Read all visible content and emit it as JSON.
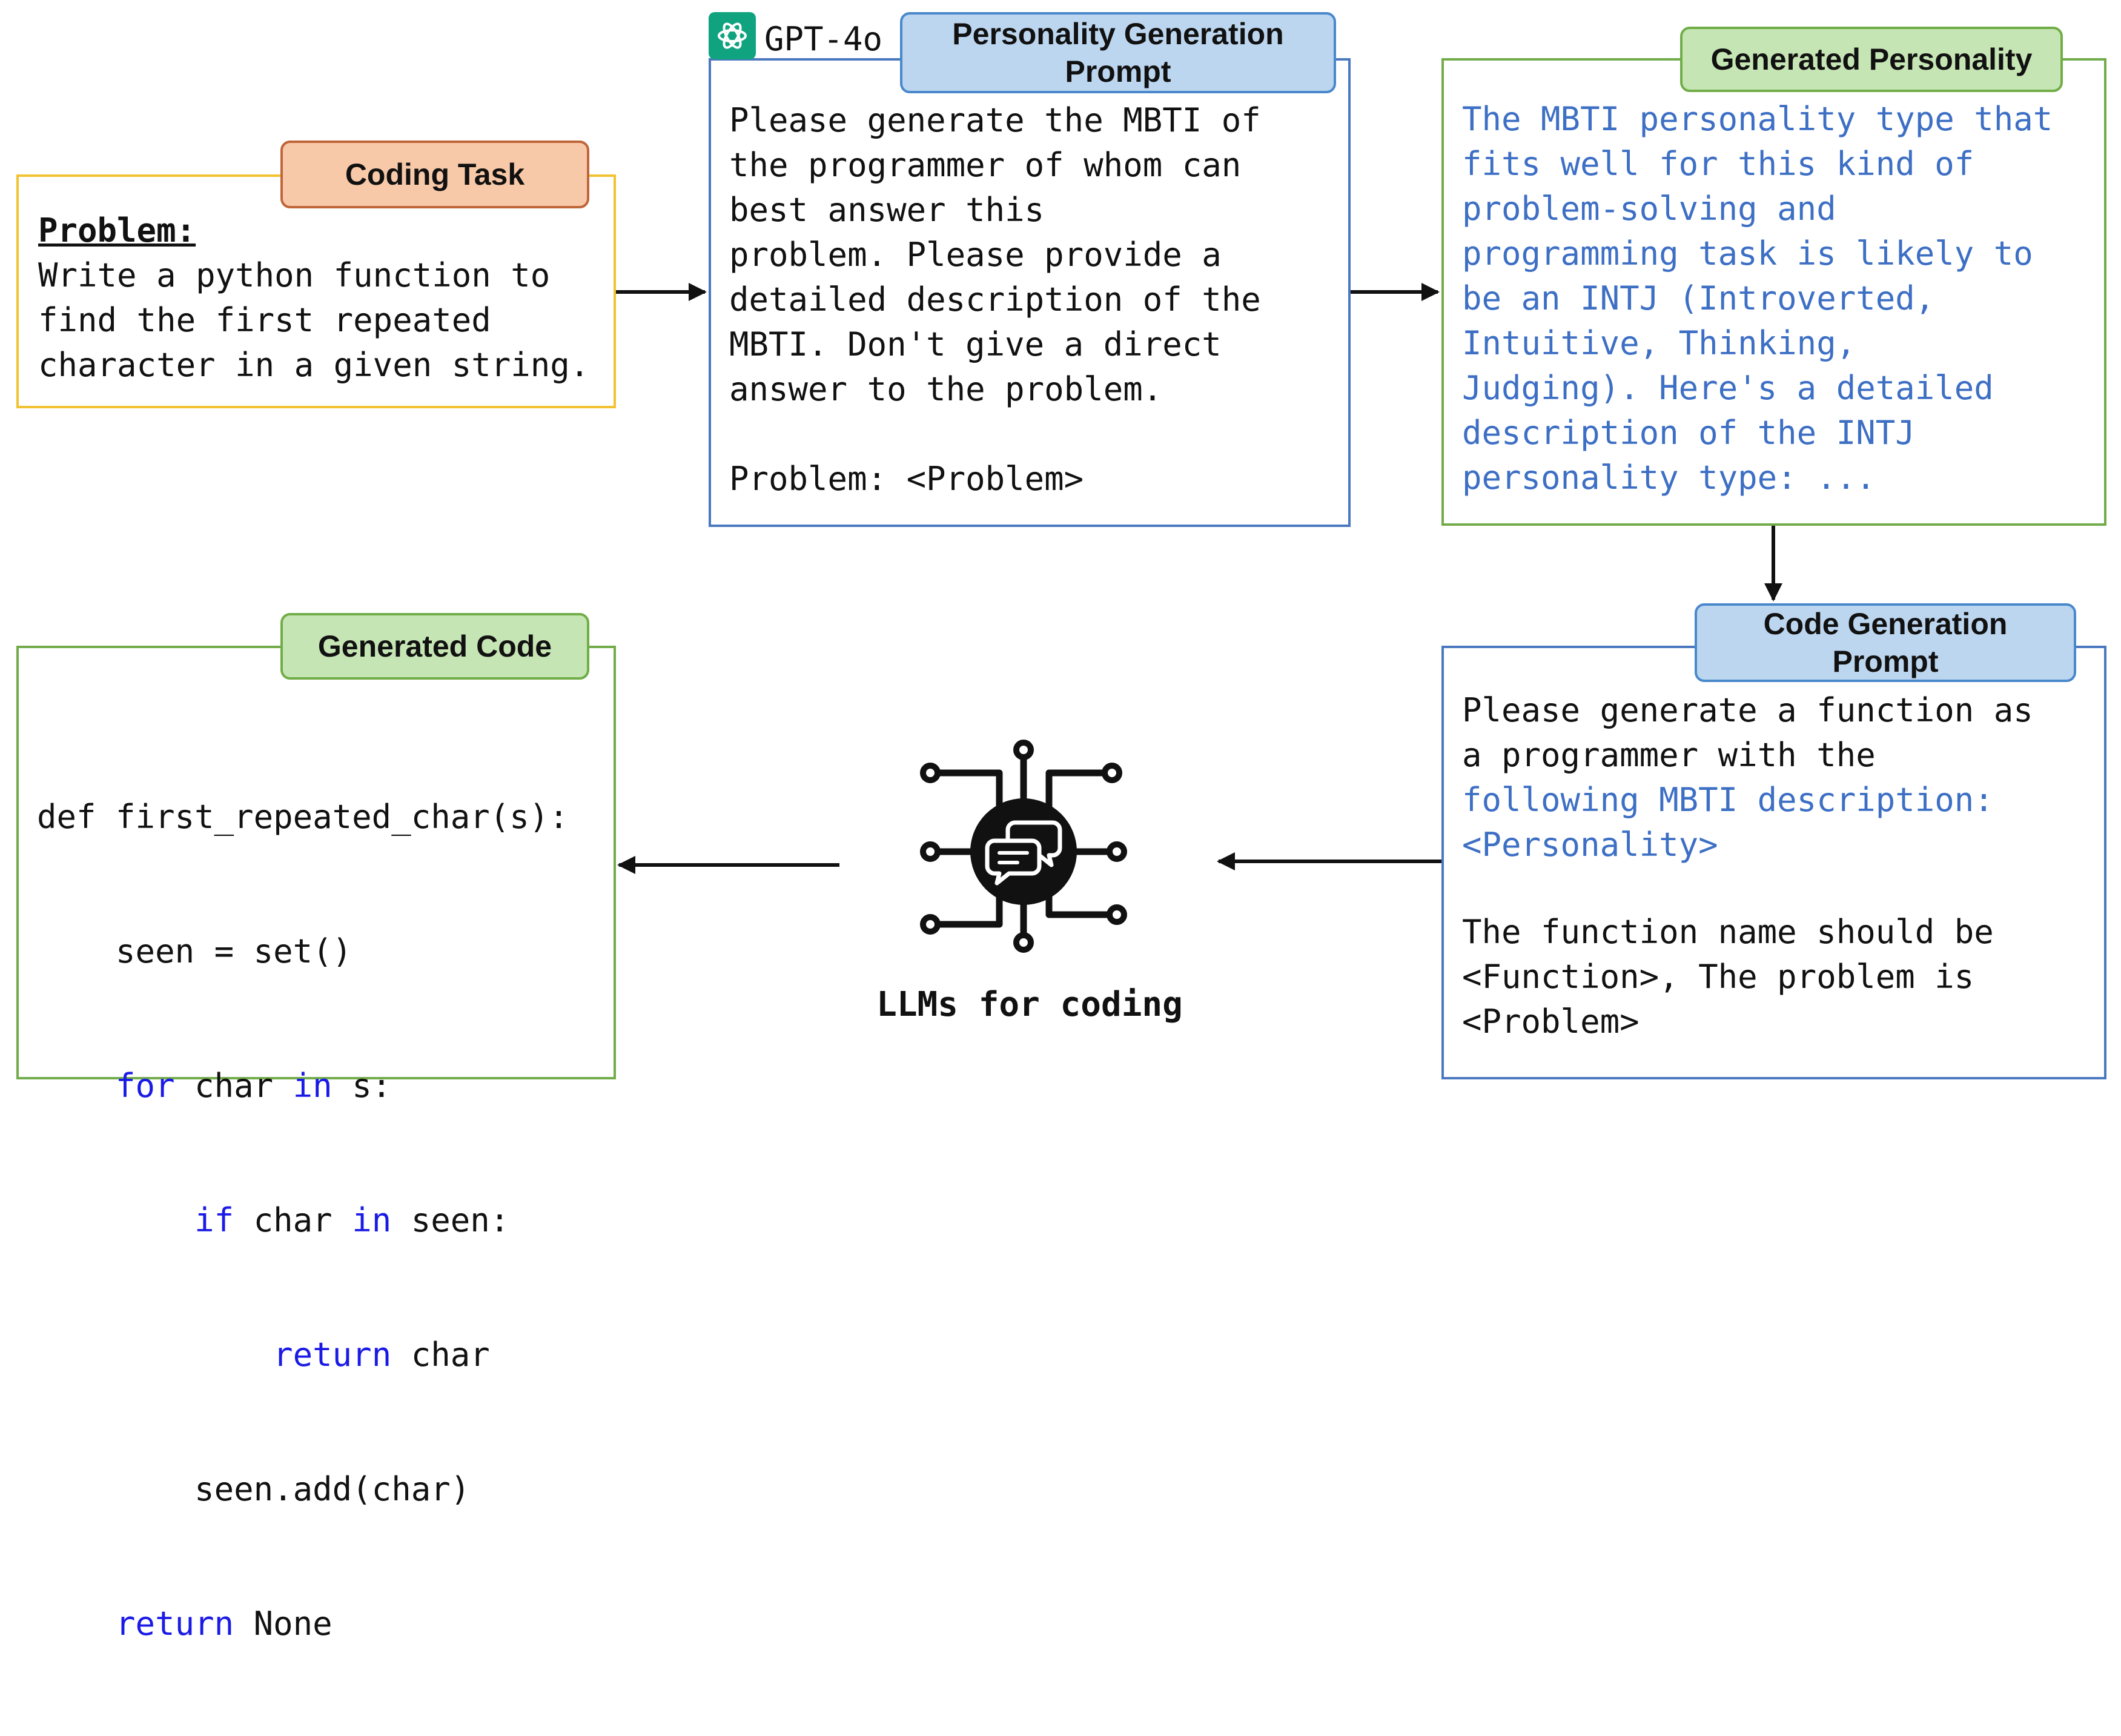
{
  "coding_task": {
    "tag": "Coding Task",
    "problem_heading": "Problem:",
    "problem_text": "Write a python function to\nfind the first repeated\ncharacter in a given string."
  },
  "personality_prompt": {
    "model_label": "GPT-4o",
    "tag": "Personality Generation\nPrompt",
    "text": "Please generate the MBTI of\nthe programmer of whom can\nbest answer this\nproblem. Please provide a\ndetailed description of the\nMBTI. Don't give a direct\nanswer to the problem.\n\nProblem: <Problem>"
  },
  "generated_personality": {
    "tag": "Generated Personality",
    "text": "The MBTI personality type that\nfits well for this kind of\nproblem-solving and\nprogramming task is likely to\nbe an INTJ (Introverted,\nIntuitive, Thinking,\nJudging). Here's a detailed\ndescription of the INTJ\npersonality type: ..."
  },
  "code_prompt": {
    "tag": "Code Generation\nPrompt",
    "line1": "Please generate a function as\na programmer with the",
    "line2": "following MBTI description:\n<Personality>",
    "line3": "The function name should be\n<Function>, The problem is\n<Problem>"
  },
  "generated_code": {
    "tag": "Generated Code",
    "l1": "def first_repeated_char(s):",
    "l2": "    seen = set()",
    "l3_kw1": "for",
    "l3_mid": " char ",
    "l3_kw2": "in",
    "l3_end": " s:",
    "l4_kw1": "if",
    "l4_mid": " char ",
    "l4_kw2": "in",
    "l4_end": " seen:",
    "l5_kw": "return",
    "l5_end": " char",
    "l6": "        seen.add(char)",
    "l7_kw": "return",
    "l7_end": " None"
  },
  "llm": {
    "label": "LLMs for coding",
    "icon": "chip-chat-icon"
  },
  "colors": {
    "orange_border": "#f2c230",
    "orange_tag": "#f8c9a8",
    "orange_tag_border": "#c0653a",
    "blue_border": "#4a78c0",
    "blue_tag": "#bcd6ef",
    "blue_tag_border": "#4a88cc",
    "green_border": "#72ab4a",
    "green_tag": "#c6e5b4",
    "green_tag_border": "#70ad47",
    "blue_text": "#3d6fc4",
    "keyword": "#1a1ae6",
    "gpt_logo": "#10a37f"
  }
}
